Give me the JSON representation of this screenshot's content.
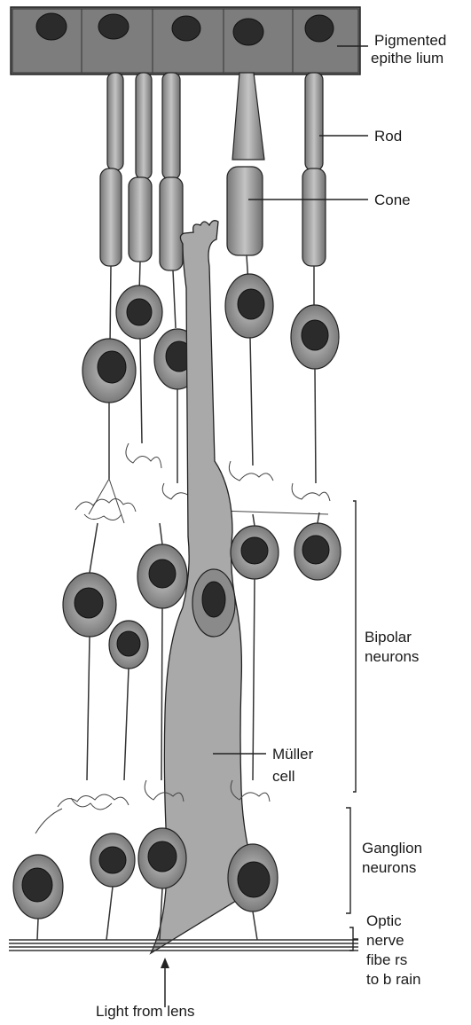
{
  "labels": {
    "pigmented": [
      "Pigmented",
      "epithe lium"
    ],
    "rod": "Rod",
    "cone": "Cone",
    "bipolar": [
      "Bipolar",
      "neurons"
    ],
    "muller": [
      "Müller",
      "cell"
    ],
    "ganglion": [
      "Ganglion",
      "neurons"
    ],
    "optic": [
      "Optic",
      "nerve",
      "fibe rs",
      "to b rain"
    ],
    "light": "Light from lens"
  }
}
